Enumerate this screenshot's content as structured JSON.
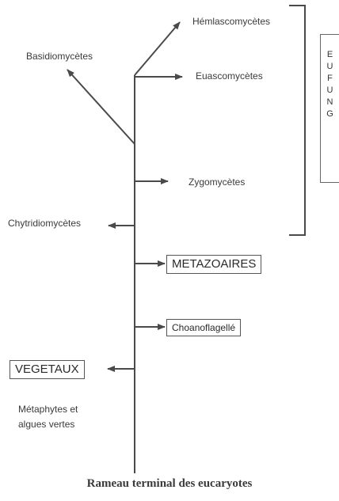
{
  "labels": {
    "hemiascomycetes": "Hémlascomycètes",
    "basidiomycetes": "Basidiomycètes",
    "euascomycetes": "Euascomycètes",
    "zygomycetes": "Zygomycètes",
    "chytridiomycetes": "Chytridiomycètes",
    "metazoaires": "METAZOAIRES",
    "choanoflagelle": "Choanoflagellé",
    "vegetaux": "VEGETAUX",
    "metaphytes_line1": "Métaphytes et",
    "metaphytes_line2": "algues vertes"
  },
  "eufung": [
    "E",
    "U",
    "F",
    "U",
    "N",
    "G"
  ],
  "title": "Rameau terminal des eucaryotes",
  "colors": {
    "line": "#4a4a4a",
    "text": "#333333"
  }
}
